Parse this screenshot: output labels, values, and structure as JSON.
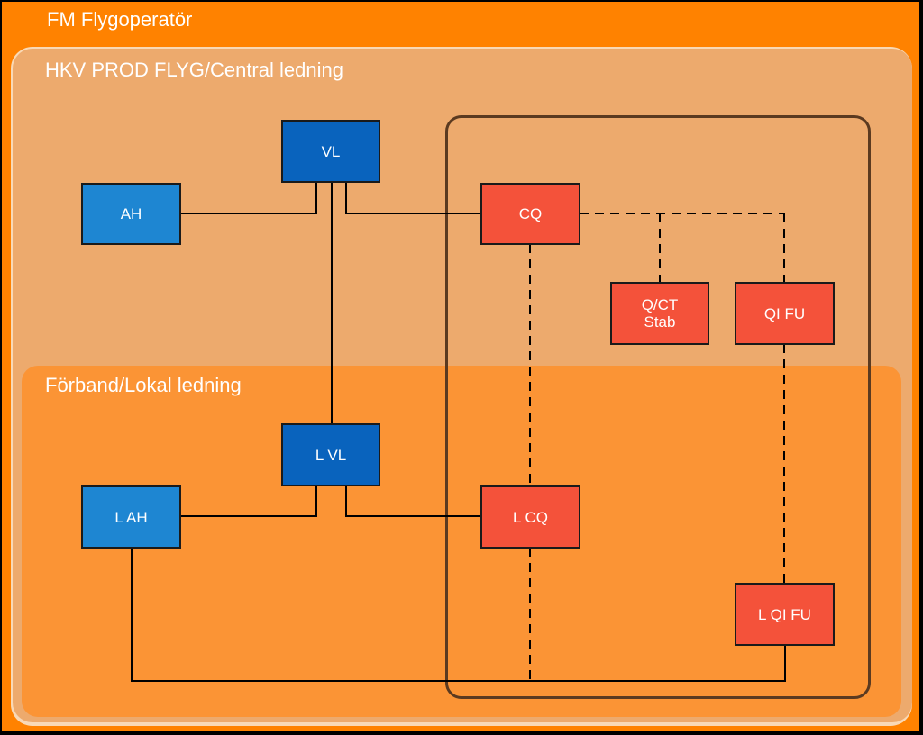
{
  "regions": {
    "outer_title": "FM Flygoperatör",
    "central_title": "HKV PROD FLYG/Central ledning",
    "local_title": "Förband/Lokal ledning"
  },
  "nodes": {
    "ah": "AH",
    "vl": "VL",
    "cq": "CQ",
    "qct": "Q/CT\nStab",
    "qifu": "QI FU",
    "lvl": "L VL",
    "lah": "L AH",
    "lcq": "L CQ",
    "lqifu": "L QI FU"
  },
  "colors": {
    "outer_orange": "#ff8200",
    "central_fill": "#edaa6d",
    "local_fill": "#fb9435",
    "node_blue_light": "#1e86d2",
    "node_blue_dark": "#0963bd",
    "node_red": "#f4523a",
    "group_frame": "#5b3a20"
  }
}
